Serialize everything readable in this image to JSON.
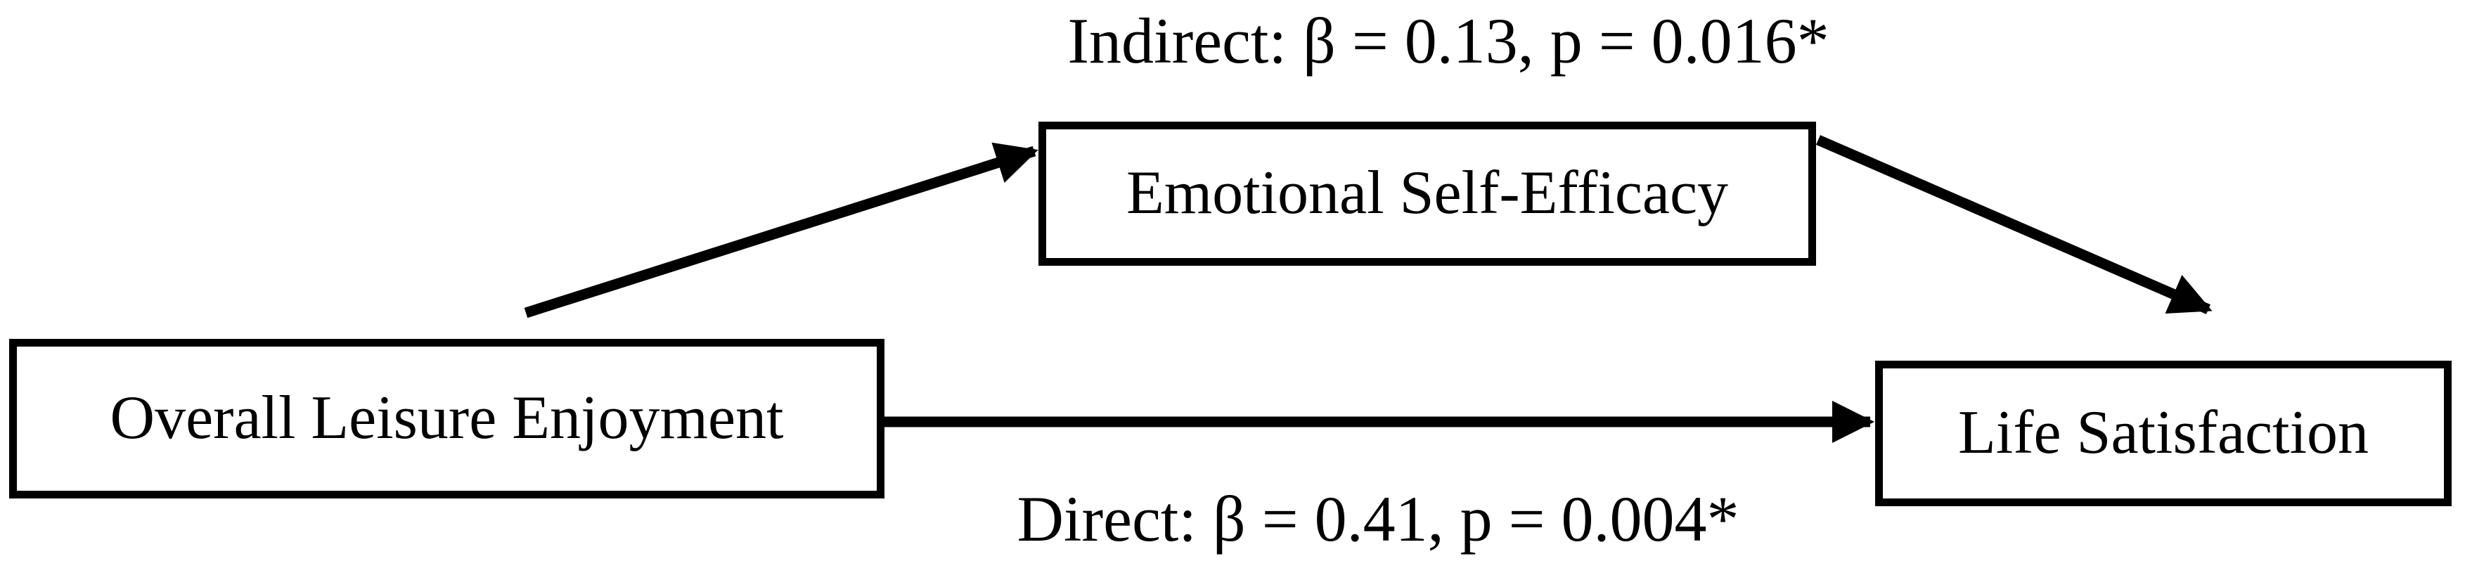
{
  "figure": {
    "type": "mediation-path-diagram",
    "background_color": "#ffffff",
    "ink_color": "#000000"
  },
  "nodes": {
    "predictor": {
      "label": "Overall Leisure Enjoyment"
    },
    "mediator": {
      "label": "Emotional Self-Efficacy"
    },
    "outcome": {
      "label": "Life Satisfaction"
    }
  },
  "effects": {
    "indirect": {
      "label": "Indirect: β = 0.13, p = 0.016*",
      "beta": 0.13,
      "p": 0.016
    },
    "direct": {
      "label": "Direct: β = 0.41, p = 0.004*",
      "beta": 0.41,
      "p": 0.004
    }
  },
  "edges": {
    "path_a": {
      "from": "predictor",
      "to": "mediator"
    },
    "path_b": {
      "from": "mediator",
      "to": "outcome"
    },
    "path_c_direct": {
      "from": "predictor",
      "to": "outcome"
    }
  }
}
